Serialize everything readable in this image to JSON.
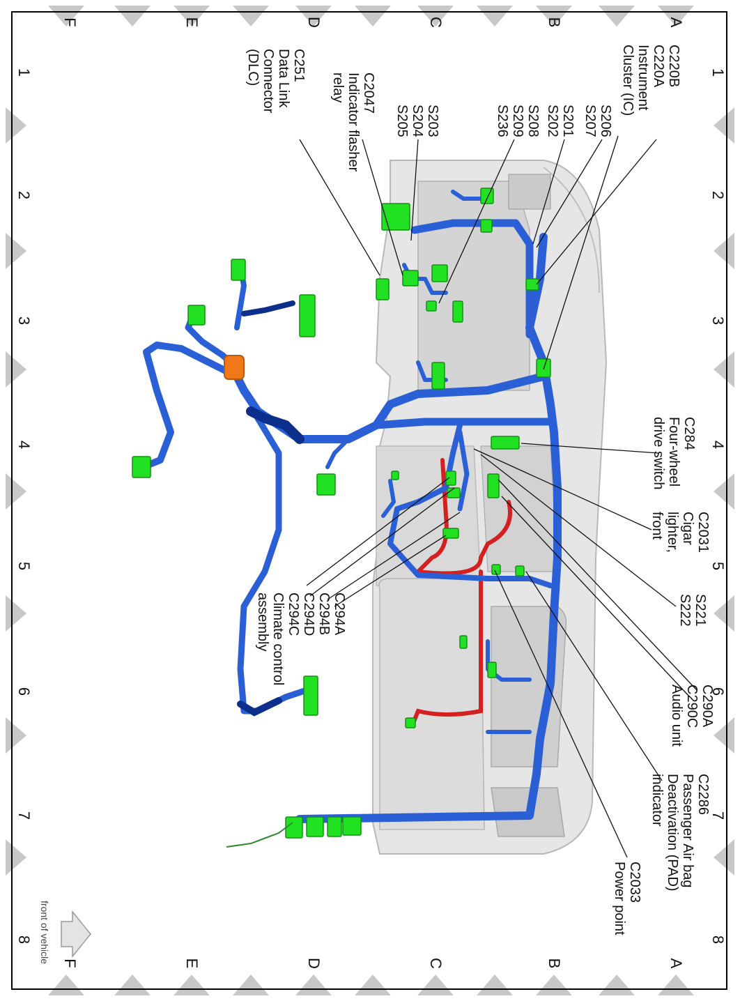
{
  "border": {
    "rows": [
      "A",
      "B",
      "C",
      "D",
      "E",
      "F"
    ],
    "cols": [
      "1",
      "2",
      "3",
      "4",
      "5",
      "6",
      "7",
      "8"
    ]
  },
  "labels": {
    "ic": "C220B\nC220A\nInstrument\nCluster (IC)",
    "s206": "S206\nS207",
    "s201": "S201\nS202",
    "s208": "S208\nS209\nS236",
    "s203": "S203\nS204\nS205",
    "c2047": "C2047\nIndicator flasher\nrelay",
    "c251": "C251\nData Link\nConnector\n(DLC)",
    "c284": "C284\nFour-wheel\ndrive switch",
    "c2031": "C2031\nCigar\nlighter,\nfront",
    "s221": "S221\nS222",
    "c290": "C290A\nC290C\nAudio unit",
    "c2286": "C2286\nPassenger Air bag\nDeactivation (PAD)\nindicator",
    "c2033": "C2033\nPower point",
    "c294": "C294A\nC294B\nC294D\nC294C\nClimate control\nassembly",
    "front": "front of vehicle"
  },
  "colors": {
    "harness": "#2a5fd6",
    "harness_dark": "#0b2f8a",
    "connector": "#22e022",
    "red_wire": "#d42020",
    "orange": "#f07818",
    "panel": "#e2e2e2",
    "marker": "#c8c8c8"
  }
}
